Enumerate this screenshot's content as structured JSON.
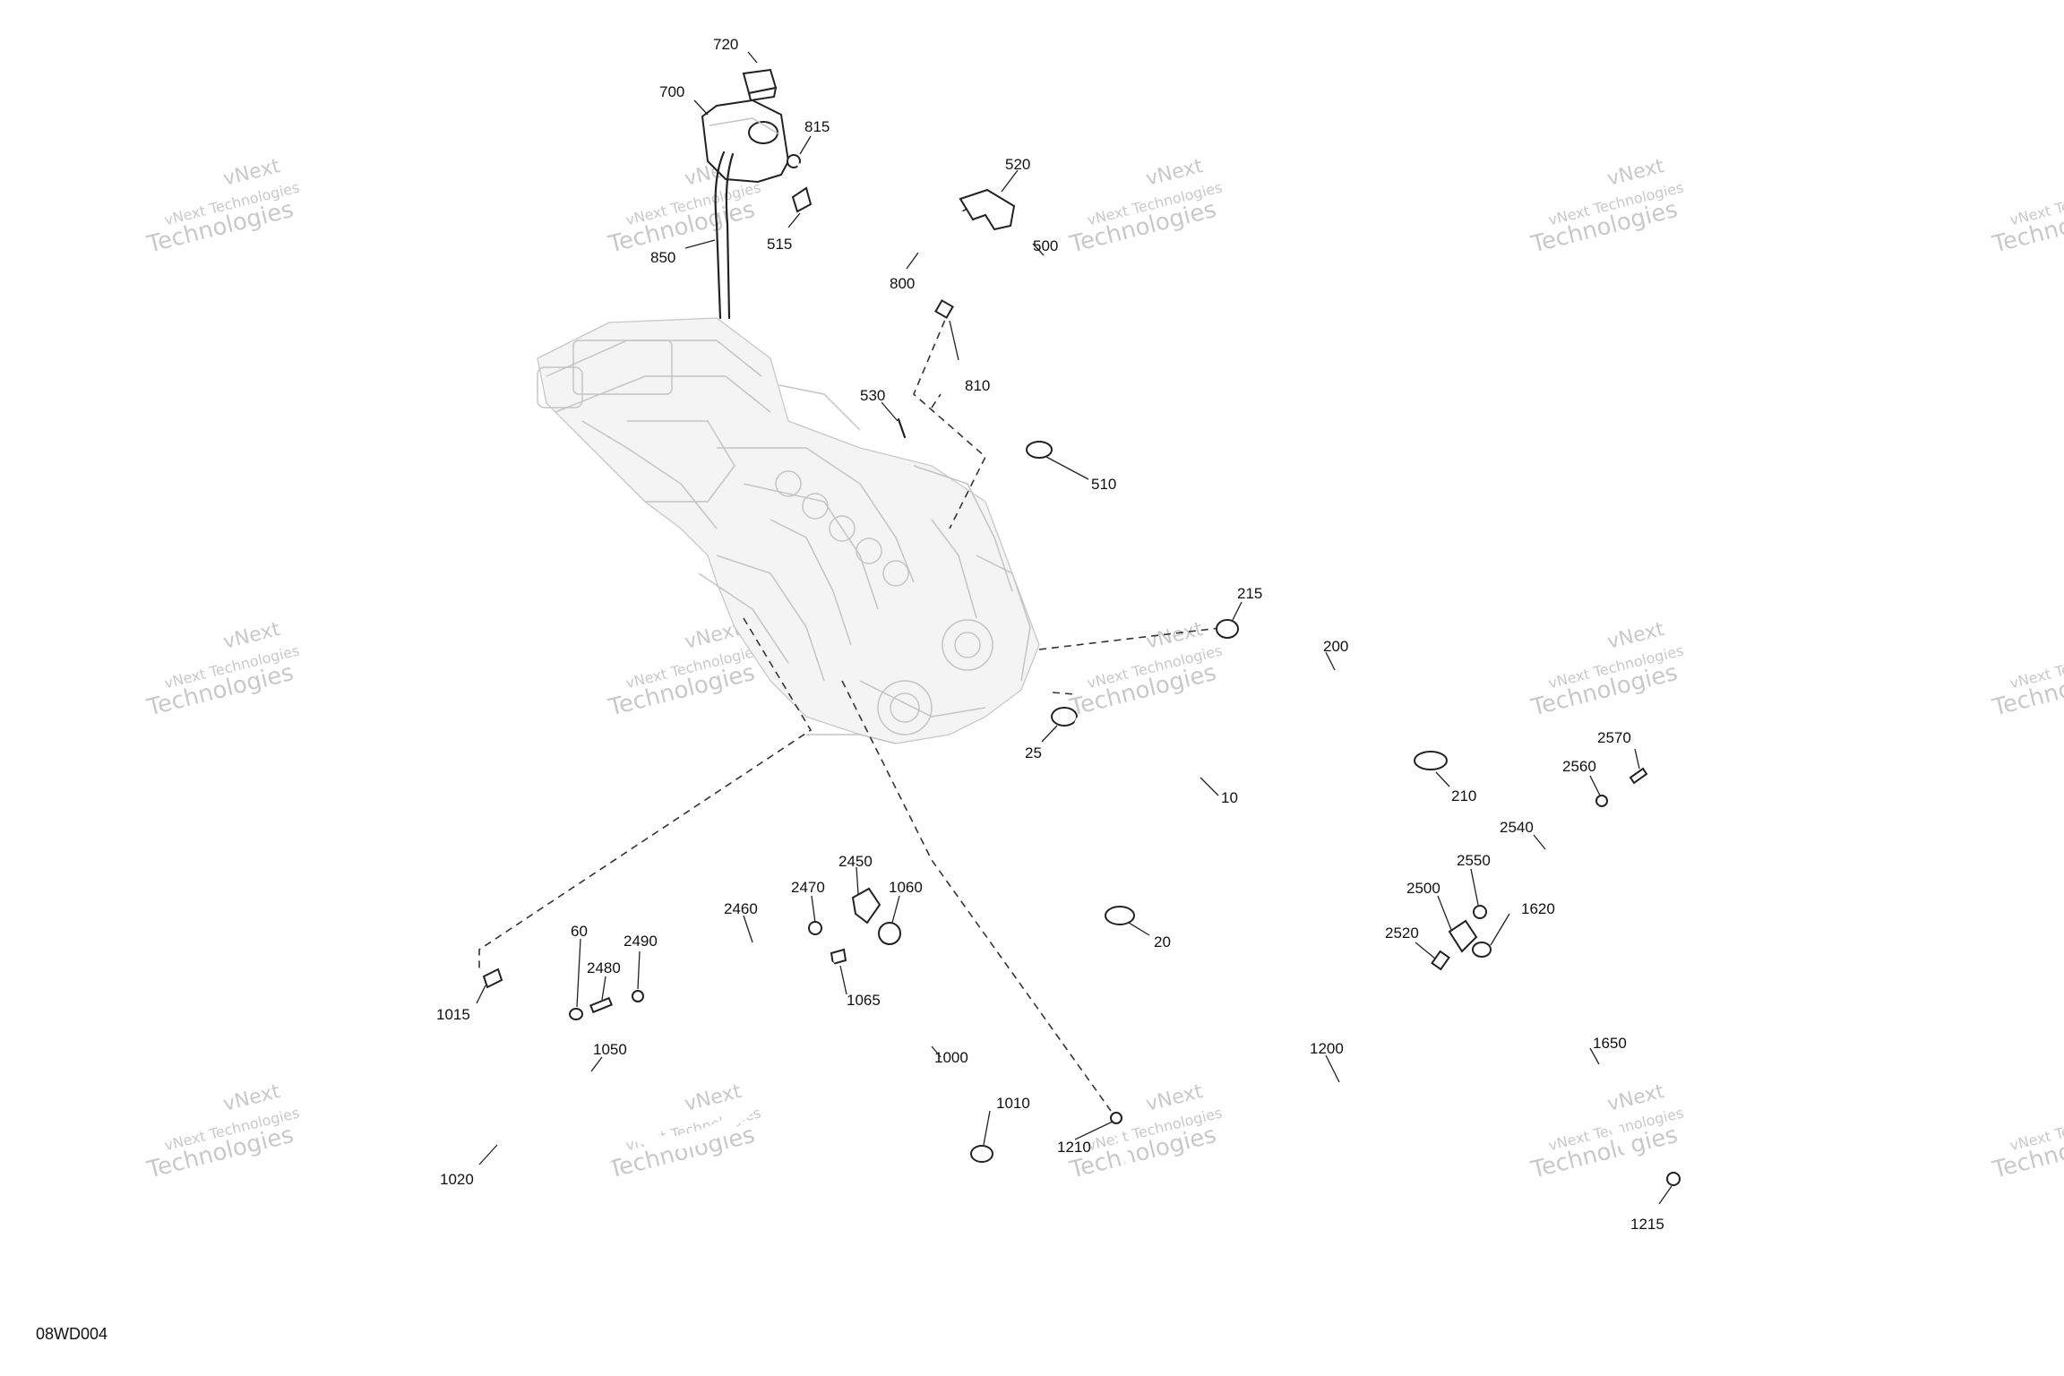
{
  "drawing_code": "08WD004",
  "watermark": {
    "line1": "vNext",
    "line2": "vNext Technologies",
    "line3": "Technologies"
  },
  "callouts": [
    {
      "id": "p720",
      "text": "720"
    },
    {
      "id": "p700",
      "text": "700"
    },
    {
      "id": "p815",
      "text": "815"
    },
    {
      "id": "p520",
      "text": "520"
    },
    {
      "id": "p515",
      "text": "515"
    },
    {
      "id": "p850",
      "text": "850"
    },
    {
      "id": "p500",
      "text": "500"
    },
    {
      "id": "p800",
      "text": "800"
    },
    {
      "id": "p810",
      "text": "810"
    },
    {
      "id": "p530",
      "text": "530"
    },
    {
      "id": "p510",
      "text": "510"
    },
    {
      "id": "p215",
      "text": "215"
    },
    {
      "id": "p200",
      "text": "200"
    },
    {
      "id": "p25",
      "text": "25"
    },
    {
      "id": "p210",
      "text": "210"
    },
    {
      "id": "p10",
      "text": "10"
    },
    {
      "id": "p20",
      "text": "20"
    },
    {
      "id": "p2570",
      "text": "2570"
    },
    {
      "id": "p2560",
      "text": "2560"
    },
    {
      "id": "p2540",
      "text": "2540"
    },
    {
      "id": "p2550",
      "text": "2550"
    },
    {
      "id": "p2500",
      "text": "2500"
    },
    {
      "id": "p1620",
      "text": "1620"
    },
    {
      "id": "p2520",
      "text": "2520"
    },
    {
      "id": "p1200",
      "text": "1200"
    },
    {
      "id": "p1650",
      "text": "1650"
    },
    {
      "id": "p1210",
      "text": "1210"
    },
    {
      "id": "p1215",
      "text": "1215"
    },
    {
      "id": "p2450",
      "text": "2450"
    },
    {
      "id": "p2470",
      "text": "2470"
    },
    {
      "id": "p1060",
      "text": "1060"
    },
    {
      "id": "p2460",
      "text": "2460"
    },
    {
      "id": "p60",
      "text": "60"
    },
    {
      "id": "p2490",
      "text": "2490"
    },
    {
      "id": "p2480",
      "text": "2480"
    },
    {
      "id": "p1065",
      "text": "1065"
    },
    {
      "id": "p1015",
      "text": "1015"
    },
    {
      "id": "p1050",
      "text": "1050"
    },
    {
      "id": "p1000",
      "text": "1000"
    },
    {
      "id": "p1010",
      "text": "1010"
    },
    {
      "id": "p1020",
      "text": "1020"
    }
  ]
}
